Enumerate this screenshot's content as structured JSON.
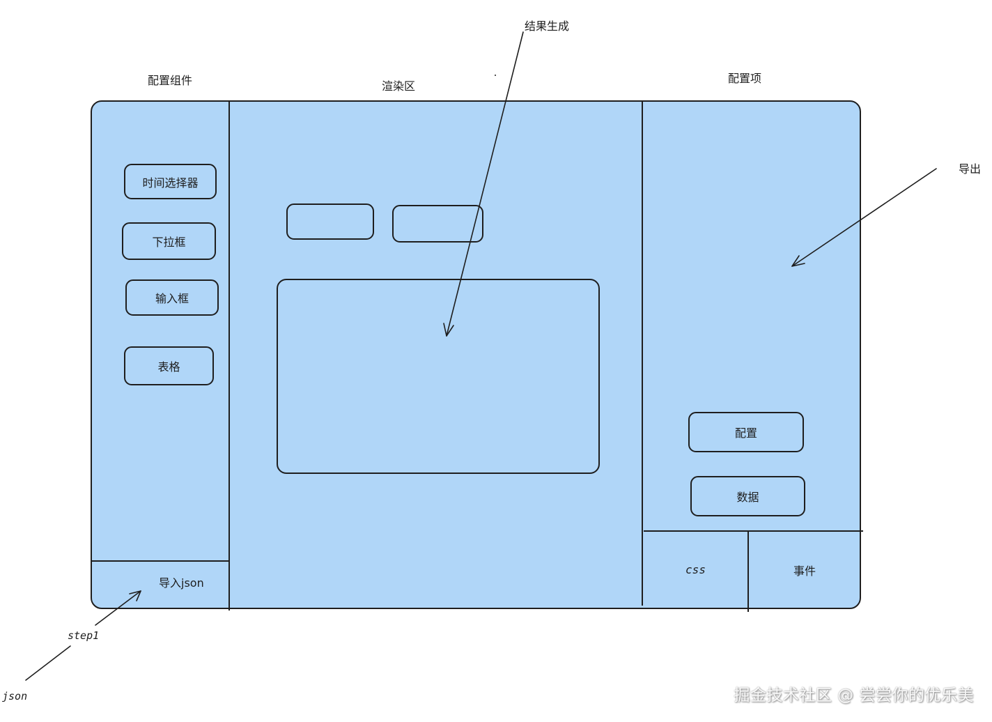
{
  "labels": {
    "config_components": "配置组件",
    "render_area": "渲染区",
    "config_items": "配置项",
    "result_gen": "结果生成",
    "export": "导出",
    "step1": "step1",
    "json": "json"
  },
  "sidebar": {
    "items": [
      "时间选择器",
      "下拉框",
      "输入框",
      "表格"
    ],
    "import_label": "导入json"
  },
  "config_panel": {
    "buttons": [
      "配置",
      "数据"
    ],
    "tabs": [
      "css",
      "事件"
    ]
  },
  "watermark": "掘金技术社区 @ 尝尝你的优乐美",
  "colors": {
    "panel_fill": "#b0d6f8",
    "stroke": "#1e1e1e"
  },
  "icons": [
    "arrow-icon"
  ]
}
